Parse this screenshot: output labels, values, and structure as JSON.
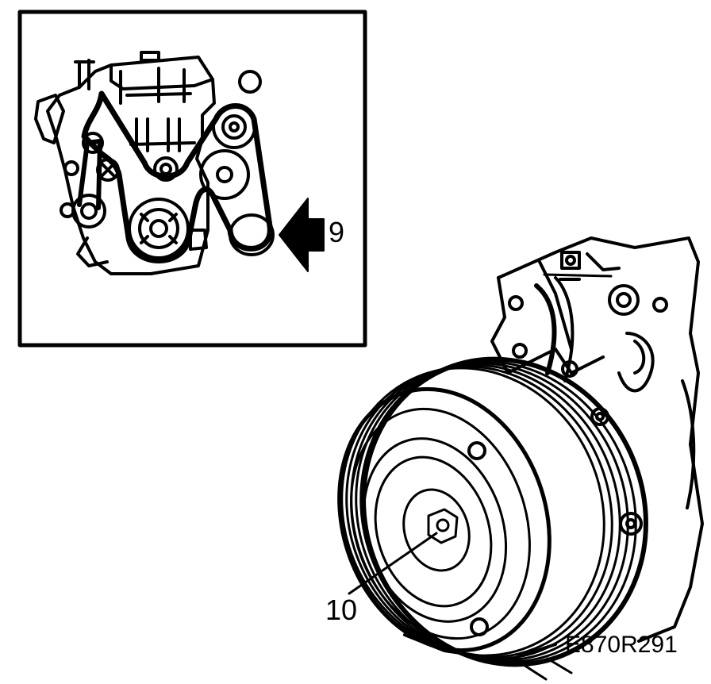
{
  "labels": {
    "inset_callout": "9",
    "main_callout": "10",
    "figure_code": "E870R291"
  },
  "icons": [
    "belt-route-arrow-icon"
  ],
  "colors": {
    "ink": "#000000",
    "paper": "#ffffff"
  }
}
